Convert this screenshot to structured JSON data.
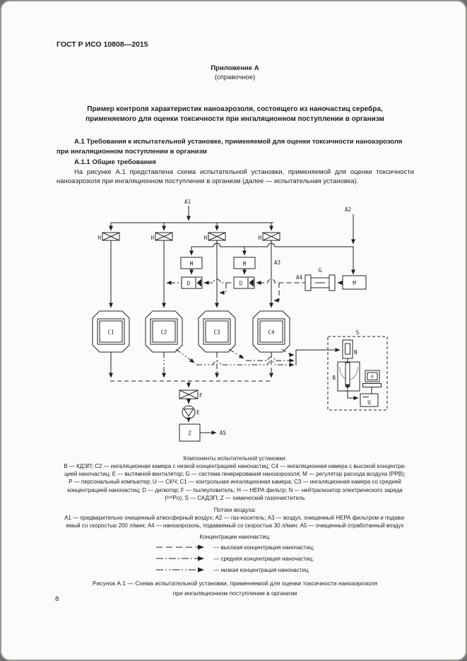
{
  "page": {
    "header": "ГОСТ Р ИСО 10808—2015",
    "appendix": "Приложение А",
    "appendix_note": "(справочное)",
    "title_line1": "Пример контроля характеристик наноаэрозоля, состоящего из наночастиц серебра,",
    "title_line2": "применяемого для оценки токсичности при ингаляционном поступлении в организм",
    "section_a1": "А.1  Требования к испытательной установке, применяемой для оценки токсичности наноаэрозоля при ингаляционном поступлении в организм",
    "section_a11": "А.1.1  Общие требования",
    "paragraph": "На рисунке А.1 представлена схема испытательной установки, применяемой для оценки токсичности наноаэрозоля при ингаляционном поступлении в организм (далее — испытательная установка).",
    "page_number": "8"
  },
  "diagram": {
    "labels": {
      "a1": "A1",
      "a2": "A2",
      "a3": "A3",
      "a4": "A4",
      "a5": "A5",
      "h": "H",
      "m": "M",
      "d": "D",
      "g": "G",
      "c1": "C1",
      "c2": "C2",
      "c3": "C3",
      "c4": "C4",
      "s": "S",
      "n": "N",
      "b": "B",
      "p": "P",
      "u": "U",
      "f": "F",
      "e": "E",
      "z": "Z"
    }
  },
  "notes": {
    "components_title": "Компоненты испытательной установки:",
    "components_lines": [
      "В — КДЭП; С2 — ингаляционная камера с низкой концентрацией наночастиц; С4 — ингаляционная камера с высокой концентра-",
      "цией наночастиц; Е — вытяжной вентилятор; G — система генерирования наноаэрозоля; М — регулятор расхода воздуха (РРВ);",
      "Р — персональный компьютер; U — СКЧ; С1 — контрольная ингаляционная камера; С3 — ингаляционная камера со средней",
      "концентрацией наночастиц; D — дилютор; F — пылеуловитель; Н — НЕРА фильтр; N — нейтрализатор электрического заряда",
      "(²¹⁰Po); S — САДЭП; Z — химический газоочиститель"
    ],
    "flows_title": "Потоки воздуха:",
    "flows_lines": [
      "А1 — предварительно очищенный атмосферный воздух; А2 — газ-носитель; А3 — воздух, очищенный НЕРА фильтром и подава-",
      "емый со скоростью 200 л/мин; А4 — наноаэрозоль, подаваемый со скоростью 30 л/мин; А5 — очищенный отработанный воздух"
    ],
    "legend_title": "Концентрации наночастиц:",
    "legend": [
      {
        "dash": "9,5",
        "label": "— высокая концентрация наночастиц;"
      },
      {
        "dash": "10,3,2,3",
        "label": "— средняя концентрация наночастиц;"
      },
      {
        "dash": "10,3,2,3,2,3",
        "label": "— низкая концентрация наночастиц"
      }
    ]
  },
  "caption": {
    "line1": "Рисунок А.1 — Схема испытательной установки, применяемой для оценки токсичности наноаэрозоля",
    "line2": "при ингаляционном поступлении в организм"
  }
}
